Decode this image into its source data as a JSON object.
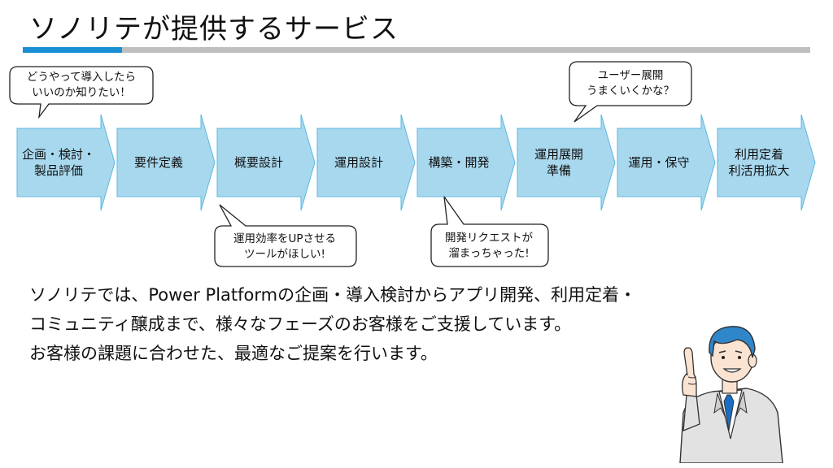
{
  "title": "ソノリテが提供するサービス",
  "colors": {
    "accent_bar": "#1a8fd6",
    "base_bar": "#bfbfbf",
    "arrow_fill": "#a8d8ee",
    "arrow_stroke": "#5bb7e0"
  },
  "process_steps": [
    {
      "label": "企画・検討・\n製品評価"
    },
    {
      "label": "要件定義"
    },
    {
      "label": "概要設計"
    },
    {
      "label": "運用設計"
    },
    {
      "label": "構築・開発"
    },
    {
      "label": "運用展開\n準備"
    },
    {
      "label": "運用・保守"
    },
    {
      "label": "利用定着\n利活用拡大"
    }
  ],
  "speech_bubbles": {
    "how_to_start": "どうやって導入したら\nいいのか知りたい！",
    "rollout": "ユーザー展開\nうまくいくかな？",
    "efficiency": "運用効率をUPさせる\nツールがほしい!",
    "dev_backlog": "開発リクエストが\n溜まっちゃった!"
  },
  "body_lines": [
    "ソノリテでは、Power Platformの企画・導入検討からアプリ開発、利用定着・",
    "コミュニティ醸成まで、様々なフェーズのお客様をご支援しています。",
    "お客様の課題に合わせた、最適なご提案を行います。"
  ],
  "illustration": "businessman-pointing-up"
}
